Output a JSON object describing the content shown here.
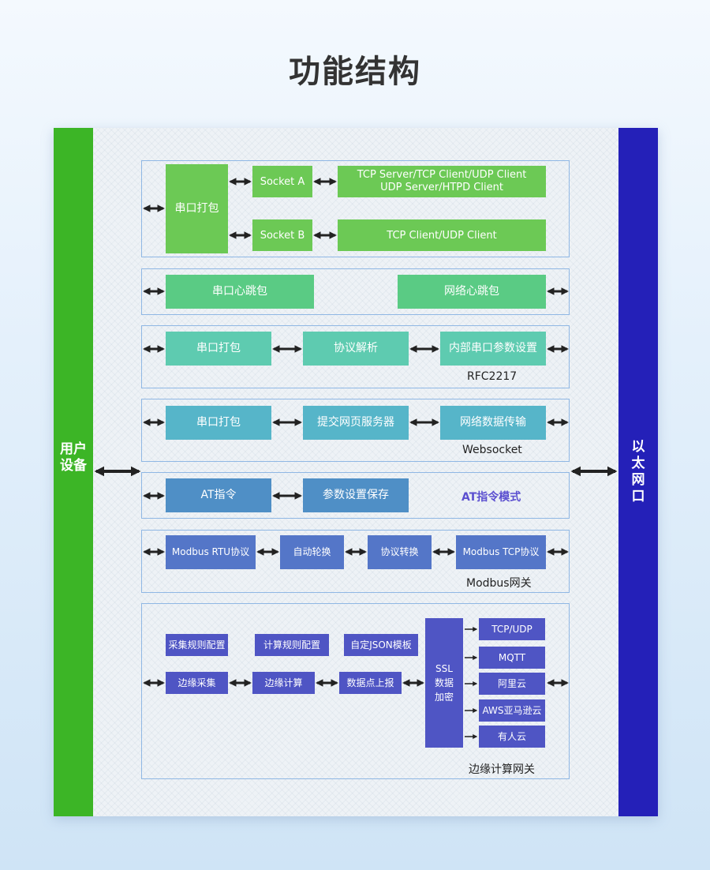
{
  "title": "功能结构",
  "left_label": "用户\n设备",
  "right_label": "以\n太\n网\n口",
  "sections": {
    "socket": {
      "serial_pack": "串口打包",
      "socket_a": "Socket A",
      "socket_b": "Socket B",
      "socket_a_modes": "TCP Server/TCP Client/UDP Client\nUDP Server/HTPD Client",
      "socket_b_modes": "TCP Client/UDP Client"
    },
    "heartbeat": {
      "serial_heartbeat": "串口心跳包",
      "network_heartbeat": "网络心跳包"
    },
    "rfc2217": {
      "serial_pack": "串口打包",
      "protocol_parse": "协议解析",
      "internal_serial_params": "内部串口参数设置",
      "caption": "RFC2217"
    },
    "websocket": {
      "serial_pack": "串口打包",
      "submit_web_server": "提交网页服务器",
      "network_data_transfer": "网络数据传输",
      "caption": "Websocket"
    },
    "at": {
      "at_command": "AT指令",
      "save_params": "参数设置保存",
      "caption": "AT指令模式"
    },
    "modbus": {
      "rtu": "Modbus RTU协议",
      "auto_convert": "自动轮换",
      "protocol_convert": "协议转换",
      "tcp": "Modbus TCP协议",
      "caption": "Modbus网关"
    },
    "edge": {
      "collect_rules": "采集规则配置",
      "compute_rules": "计算规则配置",
      "json_template": "自定JSON模板",
      "edge_collect": "边缘采集",
      "edge_compute": "边缘计算",
      "data_report": "数据点上报",
      "ssl": "SSL\n数据\n加密",
      "targets": [
        "TCP/UDP",
        "MQTT",
        "阿里云",
        "AWS亚马逊云",
        "有人云"
      ],
      "caption": "边缘计算网关"
    }
  }
}
